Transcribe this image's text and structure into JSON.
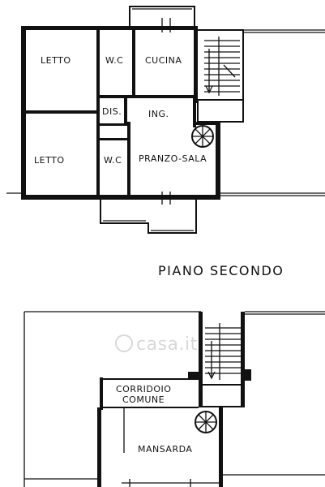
{
  "floor_plans": {
    "second_floor": {
      "title": "PIANO SECONDO",
      "rooms": {
        "letto_top": "LETTO",
        "wc_top": "W.C",
        "cucina": "CUCINA",
        "dis": "DIS.",
        "ing": "ING.",
        "letto_bottom": "LETTO",
        "wc_bottom": "W.C",
        "pranzo_sala": "PRANZO-SALA"
      }
    },
    "attic": {
      "rooms": {
        "corridoio_line1": "CORRIDOIO",
        "corridoio_line2": "COMUNE",
        "mansarda": "MANSARDA"
      }
    }
  },
  "watermark": "casa.it"
}
